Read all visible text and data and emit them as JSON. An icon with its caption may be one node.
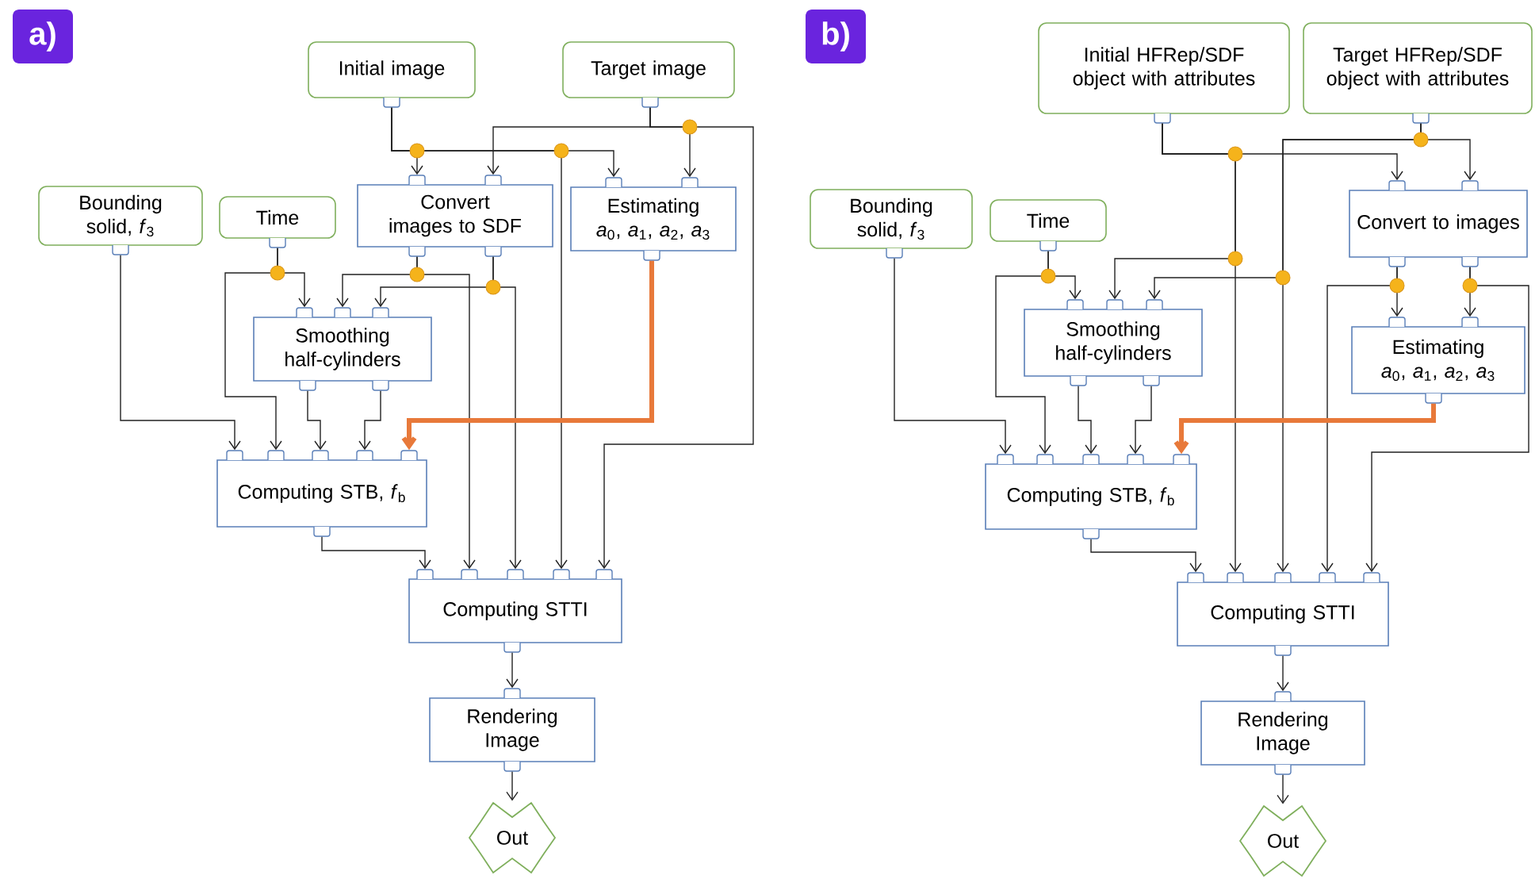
{
  "diagram": {
    "nodes": [
      {
        "text": [
          "Initial image"
        ]
      },
      {
        "text": [
          "Target image"
        ]
      },
      {
        "text": [
          "Bounding solid, *f*$_{3}$"
        ]
      },
      {
        "text": [
          "Time"
        ]
      },
      {
        "text": [
          "Convert images to SDF"
        ]
      },
      {
        "text": [
          "Estimating *a*$_{0}$, *a*$_{1}$, *a*$_{2}$, *a*$_{3}$"
        ]
      },
      {
        "text": [
          "Smoothing half-cylinders"
        ]
      },
      {
        "text": [
          "Computing STB, *f*$_{b}$"
        ]
      },
      {
        "text": [
          "Computing STTI"
        ]
      },
      {
        "text": [
          "Rendering Image"
        ]
      },
      {
        "text": [
          "Out"
        ]
      },
      {
        "text": [
          "Initial HFRep/SDF object with attributes"
        ]
      },
      {
        "text": [
          "Target HFRep/SDF object with attributes"
        ]
      },
      {
        "text": [
          "Bounding solid, *f*$_{3}$"
        ]
      },
      {
        "text": [
          "Time"
        ]
      },
      {
        "text": [
          "Convert to images"
        ]
      },
      {
        "text": [
          "Estimating *a*$_{0}$, *a*$_{1}$, *a*$_{2}$, *a*$_{3}$"
        ]
      },
      {
        "text": [
          "Smoothing half-cylinders"
        ]
      },
      {
        "text": [
          "Computing STB, *f*$_{b}$"
        ]
      },
      {
        "text": [
          "Computing STTI"
        ]
      },
      {
        "text": [
          "Rendering Image"
        ]
      },
      {
        "text": [
          "Out"
        ]
      }
    ],
    "edges": [
      {
        "from": 0,
        "to": 4,
        "arrow": "to"
      },
      {
        "from": 0,
        "to": 5,
        "arrow": "to"
      },
      {
        "from": 0,
        "to": 8,
        "arrow": "to"
      },
      {
        "from": 1,
        "to": 4,
        "arrow": "to"
      },
      {
        "from": 1,
        "to": 5,
        "arrow": "to"
      },
      {
        "from": 1,
        "to": 8,
        "arrow": "to"
      },
      {
        "from": 2,
        "to": 7,
        "arrow": "to"
      },
      {
        "from": 3,
        "to": 6,
        "arrow": "to"
      },
      {
        "from": 3,
        "to": 7,
        "arrow": "to"
      },
      {
        "from": 4,
        "to": 6,
        "arrow": "to"
      },
      {
        "from": 4,
        "to": 8,
        "arrow": "to"
      },
      {
        "from": 4,
        "to": 6,
        "arrow": "to"
      },
      {
        "from": 4,
        "to": 8,
        "arrow": "to"
      },
      {
        "from": 5,
        "to": 7,
        "arrow": "to",
        "style": "thick",
        "color": "#e8793a"
      },
      {
        "from": 6,
        "to": 7,
        "arrow": "to"
      },
      {
        "from": 6,
        "to": 7,
        "arrow": "to"
      },
      {
        "from": 7,
        "to": 8,
        "arrow": "to"
      },
      {
        "from": 8,
        "to": 9,
        "arrow": "to"
      },
      {
        "from": 9,
        "to": 10,
        "arrow": "to"
      },
      {
        "from": 11,
        "to": 15,
        "arrow": "to"
      },
      {
        "from": 11,
        "to": 17,
        "arrow": "to"
      },
      {
        "from": 11,
        "to": 19,
        "arrow": "to"
      },
      {
        "from": 12,
        "to": 15,
        "arrow": "to"
      },
      {
        "from": 12,
        "to": 17,
        "arrow": "to"
      },
      {
        "from": 12,
        "to": 19,
        "arrow": "to"
      },
      {
        "from": 13,
        "to": 18,
        "arrow": "to"
      },
      {
        "from": 14,
        "to": 17,
        "arrow": "to"
      },
      {
        "from": 14,
        "to": 18,
        "arrow": "to"
      },
      {
        "from": 15,
        "to": 16,
        "arrow": "to"
      },
      {
        "from": 15,
        "to": 19,
        "arrow": "to"
      },
      {
        "from": 15,
        "to": 16,
        "arrow": "to"
      },
      {
        "from": 15,
        "to": 19,
        "arrow": "to"
      },
      {
        "from": 16,
        "to": 18,
        "arrow": "to",
        "style": "thick",
        "color": "#e8793a"
      },
      {
        "from": 17,
        "to": 18,
        "arrow": "to"
      },
      {
        "from": 17,
        "to": 18,
        "arrow": "to"
      },
      {
        "from": 18,
        "to": 19,
        "arrow": "to"
      },
      {
        "from": 19,
        "to": 20,
        "arrow": "to"
      },
      {
        "from": 20,
        "to": 21,
        "arrow": "to"
      }
    ],
    "labels": [
      "a)",
      "b)"
    ]
  }
}
